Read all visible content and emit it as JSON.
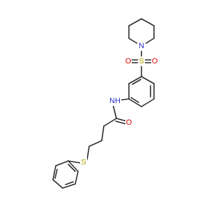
{
  "molecule": {
    "atom_labels": {
      "piperidine_n": "N",
      "sulfonyl_s": "S",
      "sulfonyl_o_left": "O",
      "sulfonyl_o_right": "O",
      "amide_nh": "NH",
      "carbonyl_o": "O",
      "thioether_s": "S"
    },
    "colors": {
      "bond": "#2b2b2b",
      "nitrogen": "#3030d0",
      "oxygen": "#e00000",
      "sulfur": "#b0a000"
    }
  }
}
